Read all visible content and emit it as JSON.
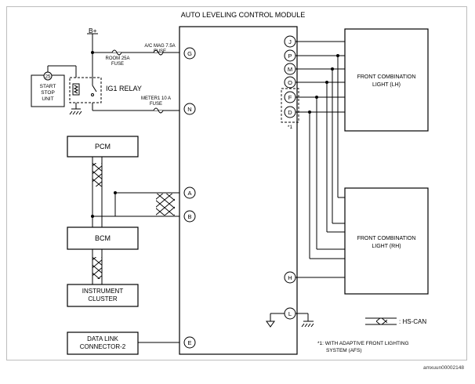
{
  "module": {
    "title": "AUTO LEVELING CONTROL MODULE"
  },
  "power": {
    "b_plus": "B+"
  },
  "fuses": {
    "ac_mag": [
      "A/C MAG 7.5A",
      "FUSE"
    ],
    "room": [
      "ROOM 25A",
      "FUSE"
    ],
    "meter": [
      "METER1 10 A",
      "FUSE"
    ]
  },
  "start_stop": {
    "number": "25",
    "label_lines": [
      "START",
      "STOP",
      "UNIT"
    ]
  },
  "relay": {
    "label": "IG1 RELAY"
  },
  "boxes": {
    "pcm": "PCM",
    "bcm": "BCM",
    "cluster": [
      "INSTRUMENT",
      "CLUSTER"
    ],
    "dlc": [
      "DATA LINK",
      "CONNECTOR-2"
    ],
    "fcl_lh": [
      "FRONT COMBINATION",
      "LIGHT (LH)"
    ],
    "fcl_rh": [
      "FRONT COMBINATION",
      "LIGHT (RH)"
    ]
  },
  "terminals": {
    "left": [
      "G",
      "N",
      "A",
      "B",
      "E"
    ],
    "right": [
      "J",
      "P",
      "M",
      "O",
      "F",
      "D",
      "H",
      "L"
    ]
  },
  "afs_mark": "*1",
  "legend": {
    "label": ": HS-CAN"
  },
  "footnote": [
    "*1: WITH ADAPTIVE FRONT LIGHTING",
    "SYSTEM (AFS)"
  ],
  "image_code": "amxuun00002148"
}
